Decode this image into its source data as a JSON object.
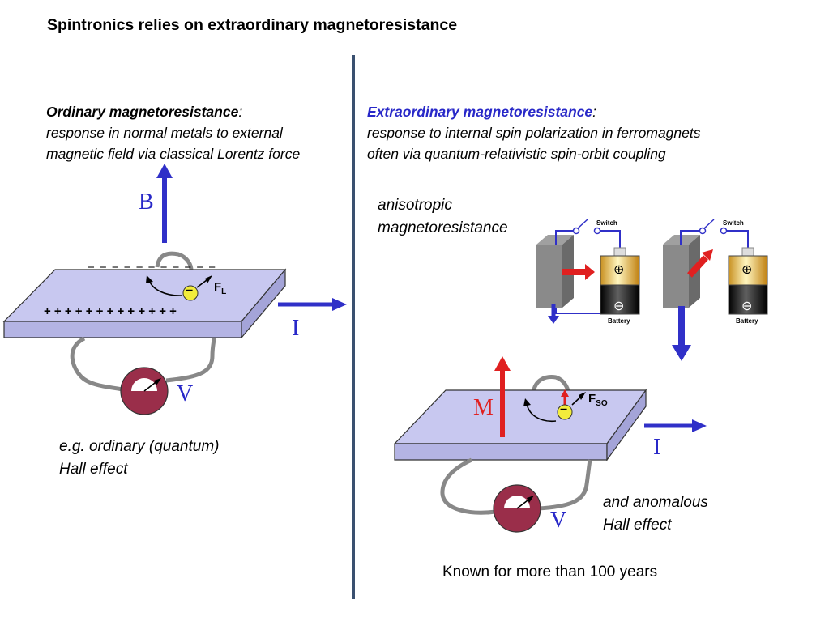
{
  "title": "Spintronics relies on extraordinary magnetoresistance",
  "left": {
    "heading": "Ordinary magnetoresistance",
    "colon": ":",
    "line1": "response in normal metals to external",
    "line2": "magnetic field via classical Lorentz force",
    "label_B": "B",
    "label_I": "I",
    "label_V": "V",
    "label_F": "F",
    "label_F_sub": "L",
    "charges_top": "− − − − − − − − − − −",
    "charges_bottom": "+ + + + + + + + + + + + +",
    "electron_symbol": "−",
    "caption_line1": "e.g. ordinary (quantum)",
    "caption_line2": "Hall effect"
  },
  "right": {
    "heading": "Extraordinary magnetoresistance",
    "colon": ":",
    "line1": "response to internal spin polarization in ferromagnets",
    "line2": "often via quantum-relativistic spin-orbit coupling",
    "amr_line1": "anisotropic",
    "amr_line2": "magnetoresistance",
    "switch_label": "Switch",
    "battery_label": "Battery",
    "plus_symbol": "⊕",
    "minus_symbol": "⊖",
    "label_M": "M",
    "label_I": "I",
    "label_V": "V",
    "label_F": "F",
    "label_F_sub": "SO",
    "electron_symbol": "−",
    "caption_line1": "and anomalous",
    "caption_line2": "Hall effect",
    "footer": "Known for more than 100 years"
  },
  "colors": {
    "arrow_blue": "#3030c8",
    "arrow_red": "#e02020",
    "plate_top": "#c8c8f0",
    "plate_side": "#b0b0e0",
    "meter": "#9a2e4a",
    "electron": "#f2ec3c",
    "divider": "#3a5070"
  }
}
